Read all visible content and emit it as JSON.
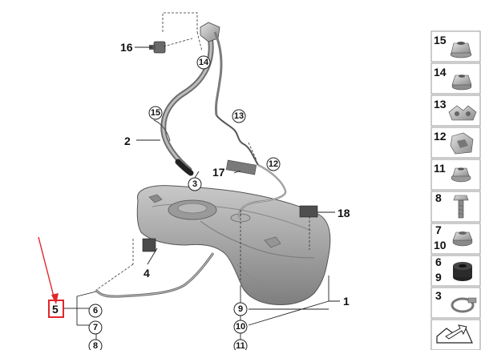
{
  "callouts": {
    "l16": "16",
    "l14": "14",
    "l15": "15",
    "l2": "2",
    "l13": "13",
    "l17": "17",
    "l12": "12",
    "l3": "3",
    "l18": "18",
    "l4": "4",
    "l1": "1",
    "l9": "9",
    "l10": "10",
    "l11": "11",
    "l5": "5",
    "l6": "6",
    "l7": "7",
    "l8": "8"
  },
  "parts_panel": [
    {
      "labels": [
        "15"
      ],
      "icon": "flange-nut-icon"
    },
    {
      "labels": [
        "14"
      ],
      "icon": "hex-nut-icon"
    },
    {
      "labels": [
        "13"
      ],
      "icon": "pipe-clip-icon"
    },
    {
      "labels": [
        "12"
      ],
      "icon": "cable-holder-icon"
    },
    {
      "labels": [
        "11"
      ],
      "icon": "collar-nut-icon"
    },
    {
      "labels": [
        "8"
      ],
      "icon": "bolt-icon"
    },
    {
      "labels": [
        "7",
        "10"
      ],
      "icon": "plug-nut-icon"
    },
    {
      "labels": [
        "6",
        "9"
      ],
      "icon": "rubber-grommet-icon"
    },
    {
      "labels": [
        "3"
      ],
      "icon": "hose-clamp-icon"
    },
    {
      "labels": [],
      "icon": "arrow-symbol-icon"
    }
  ],
  "colors": {
    "highlight": "#e0262b",
    "tank": "#a9a9a9",
    "line": "#333333"
  }
}
